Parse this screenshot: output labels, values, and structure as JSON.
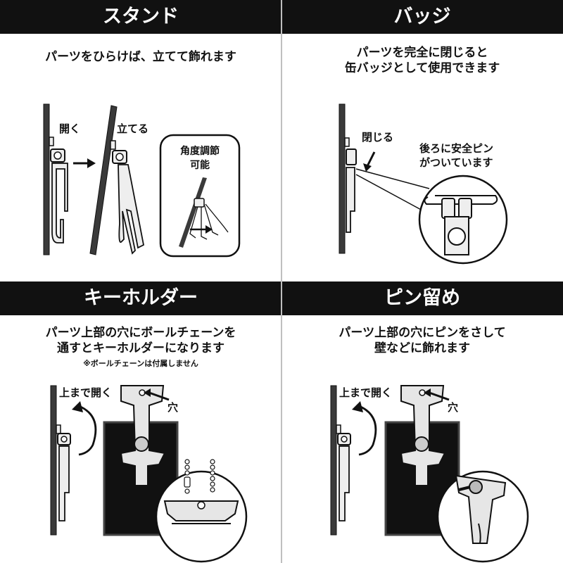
{
  "stand": {
    "title": "スタンド",
    "desc": "パーツをひらけば、立てて飾れます",
    "open_label": "開く",
    "stand_label": "立てる",
    "angle_label_1": "角度調節",
    "angle_label_2": "可能"
  },
  "badge": {
    "title": "バッジ",
    "desc_1": "パーツを完全に閉じると",
    "desc_2": "缶バッジとして使用できます",
    "close_label": "閉じる",
    "pin_label_1": "後ろに安全ピン",
    "pin_label_2": "がついています"
  },
  "keyholder": {
    "title": "キーホルダー",
    "desc_1": "パーツ上部の穴にボールチェーンを",
    "desc_2": "通すとキーホルダーになります",
    "note": "※ボールチェーンは付属しません",
    "open_top_label": "上まで開く",
    "hole_label": "穴"
  },
  "pin": {
    "title": "ピン留め",
    "desc_1": "パーツ上部の穴にピンをさして",
    "desc_2": "壁などに飾れます",
    "open_top_label": "上まで開く",
    "hole_label": "穴"
  }
}
